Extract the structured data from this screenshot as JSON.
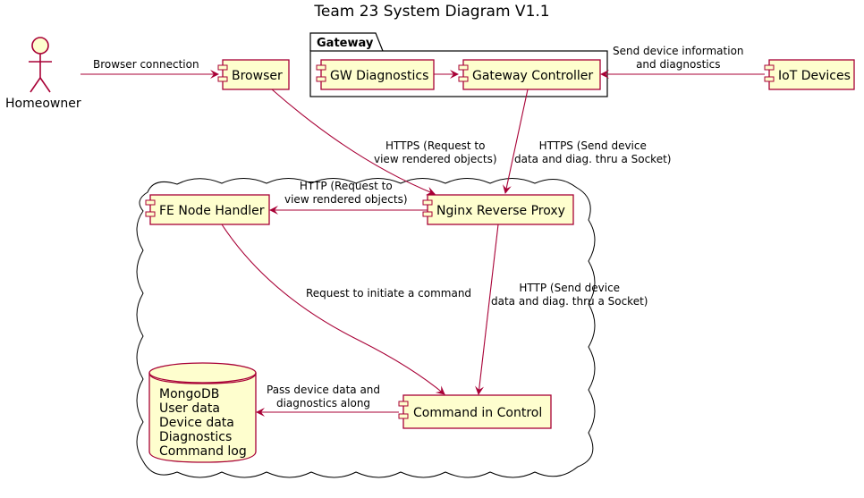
{
  "title": "Team 23 System Diagram V1.1",
  "actor": {
    "label": "Homeowner"
  },
  "package": {
    "label": "Gateway"
  },
  "components": {
    "browser": "Browser",
    "gw_diagnostics": "GW Diagnostics",
    "gateway_controller": "Gateway Controller",
    "iot_devices": "IoT Devices",
    "fe_node_handler": "FE Node Handler",
    "nginx": "Nginx Reverse Proxy",
    "command_in_control": "Command in Control"
  },
  "database": {
    "lines": [
      "MongoDB",
      "User data",
      "Device data",
      "Diagnostics",
      "Command log"
    ]
  },
  "edges": {
    "browser_connection": "Browser connection",
    "device_info": "Send device information\nand diagnostics",
    "https_request": "HTTPS (Request to\nview rendered objects)",
    "https_send": "HTTPS (Send device\ndata and diag. thru a Socket)",
    "http_request": "HTTP (Request to\nview rendered objects)",
    "initiate_command": "Request to initiate a command",
    "http_send": "HTTP (Send device\ndata and diag. thru a Socket)",
    "pass_data": "Pass device data and\ndiagnostics along"
  },
  "colors": {
    "node_fill": "#FEFECE",
    "node_border": "#A80036",
    "edge": "#A80036"
  }
}
